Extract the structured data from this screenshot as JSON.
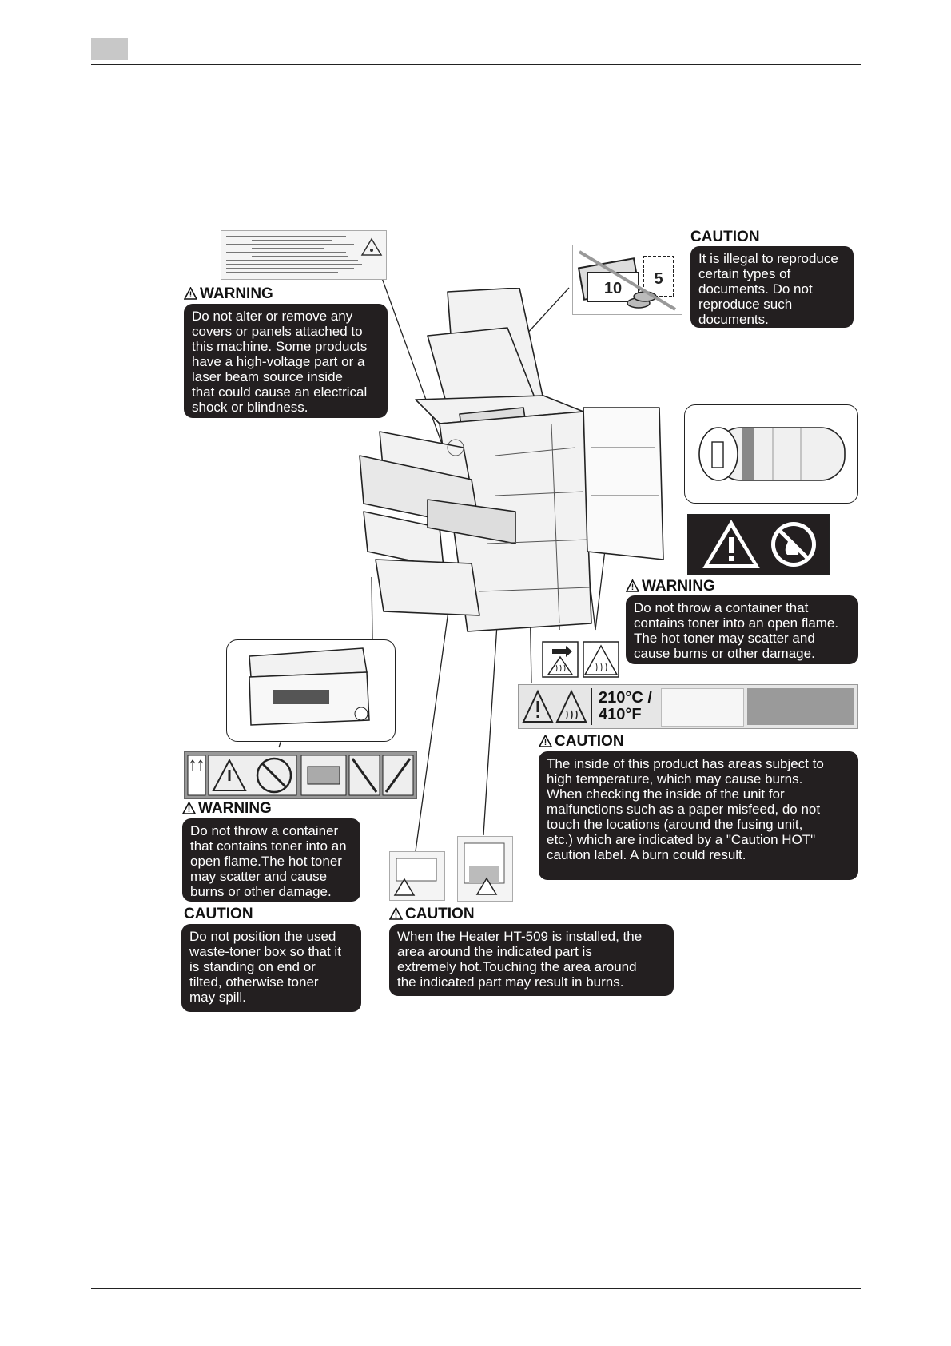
{
  "notices": {
    "laser_warning": {
      "heading": "WARNING",
      "text": "Do not alter or remove any\ncovers or panels attached to\nthis machine. Some products\nhave a high-voltage part or a\nlaser beam source inside\nthat could cause an electrical\nshock or blindness."
    },
    "reproduction_caution": {
      "heading": "CAUTION",
      "text": "It is illegal to reproduce\ncertain types of\ndocuments. Do not\nreproduce such\ndocuments."
    },
    "toner_warning_right": {
      "heading": "WARNING",
      "text": "Do not throw a container that\ncontains toner into an open flame.\nThe hot toner may scatter and\ncause burns or other damage."
    },
    "hot_caution": {
      "heading": "CAUTION",
      "text": "The inside of this product has areas subject to\nhigh temperature, which may cause burns.\nWhen checking the inside of the unit for\nmalfunctions such as a paper misfeed, do not\ntouch the locations (around the fusing unit,\netc.) which are indicated by a \"Caution HOT\"\ncaution label. A burn could result."
    },
    "toner_warning_left": {
      "heading": "WARNING",
      "text": "Do not throw a container\nthat contains toner into an\nopen flame.The hot toner\nmay scatter and cause\nburns or other damage."
    },
    "waste_toner_caution": {
      "heading": "CAUTION",
      "text": "Do not position the used\nwaste-toner box so that it\nis standing on end or\ntilted, otherwise toner\nmay spill."
    },
    "heater_caution": {
      "heading": "CAUTION",
      "text": "When the Heater HT-509 is installed, the\narea  around the indicated part is\nextremely hot.Touching the area around\nthe  indicated part may result in burns."
    }
  },
  "labels": {
    "temperature": "210°C /\n410°F",
    "money_values": [
      "10",
      "5"
    ]
  }
}
